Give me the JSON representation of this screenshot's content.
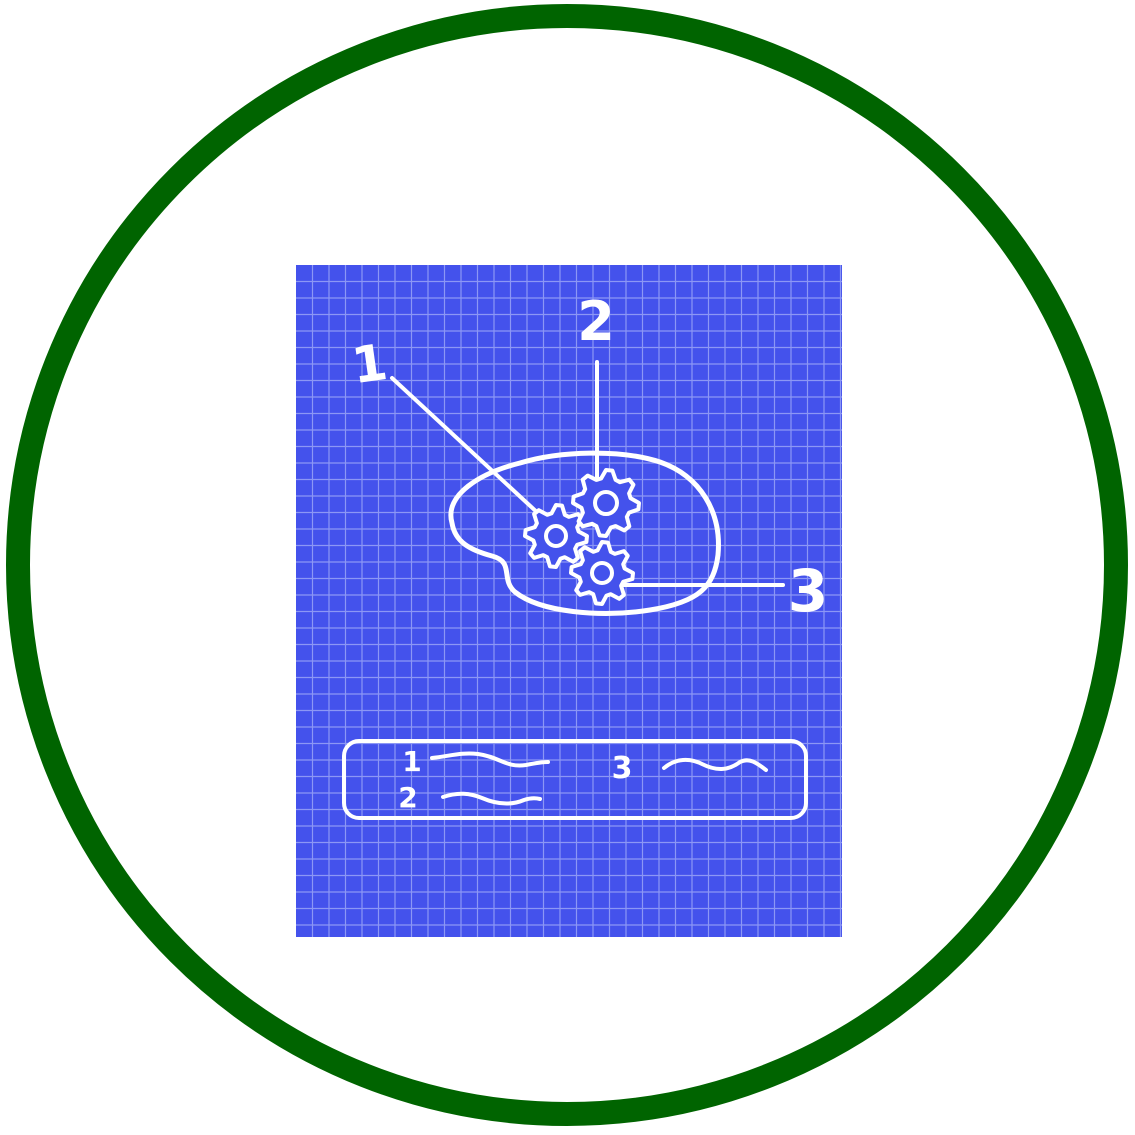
{
  "colors": {
    "ring": "#006400",
    "background": "#ffffff",
    "blueprint": "#4452ec",
    "grid_line": "#8c97f5",
    "ink": "#ffffff"
  },
  "icon": "blueprint-diagram-icon",
  "callouts": {
    "one": "1",
    "two": "2",
    "three": "3"
  },
  "legend": {
    "one": "1",
    "two": "2",
    "three": "3"
  }
}
